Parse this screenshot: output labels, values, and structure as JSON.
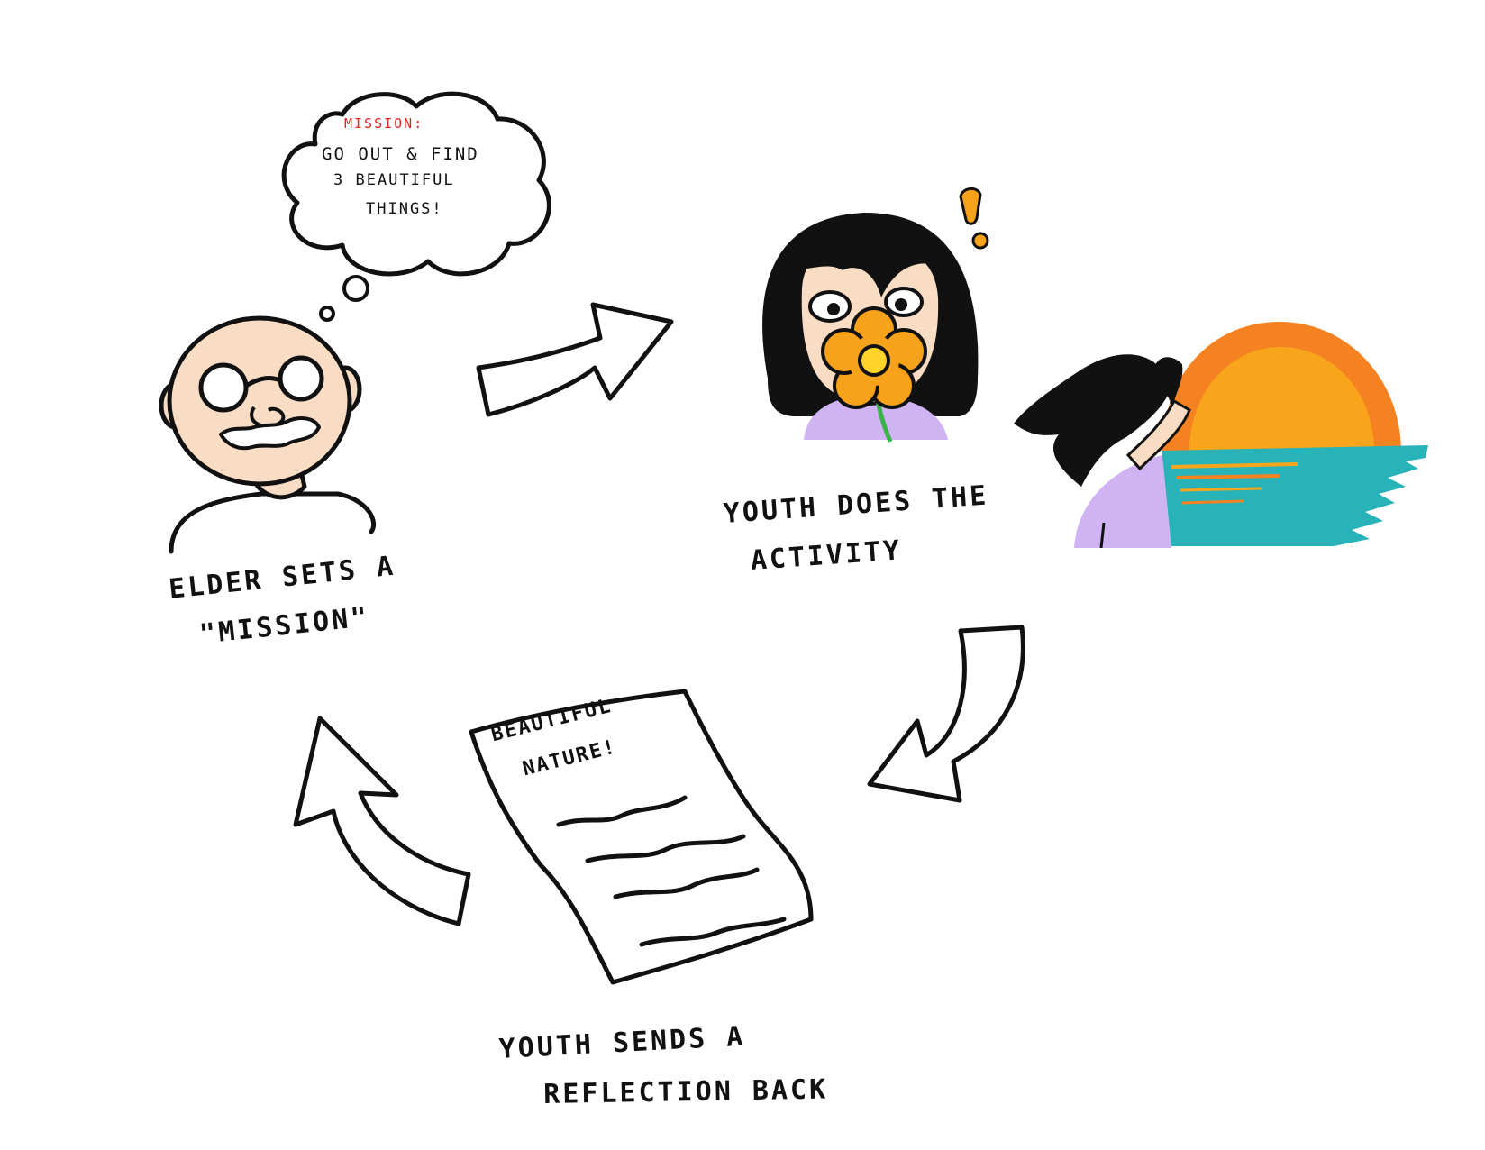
{
  "thought_bubble": {
    "title": "Mission:",
    "line1": "Go out & find",
    "line2": "3 beautiful",
    "line3": "things!"
  },
  "reflection_paper": {
    "line1": "Beautiful",
    "line2": "nature!"
  },
  "captions": {
    "elder_line1": "Elder sets a",
    "elder_line2": "\"Mission\"",
    "activity_line1": "Youth does the",
    "activity_line2": "activity",
    "reflection_line1": "Youth sends a",
    "reflection_line2": "reflection back"
  },
  "colors": {
    "ink": "#111111",
    "mission_red": "#e8221f",
    "skin": "#f9dcc4",
    "hair": "#111111",
    "shirt": "#cfb3f2",
    "flower": "#f7a21b",
    "flower_center": "#ffd42a",
    "stem": "#3bb34a",
    "sun_outer": "#f58220",
    "sun_inner": "#f9a51b",
    "sea": "#27b3b8"
  },
  "icons": {
    "elder": "bald-man-with-glasses-icon",
    "youth_flower": "girl-smelling-flower-icon",
    "youth_sunset": "girl-watching-sunset-icon",
    "paper": "handwritten-letter-icon",
    "exclamation": "exclamation-icon"
  }
}
